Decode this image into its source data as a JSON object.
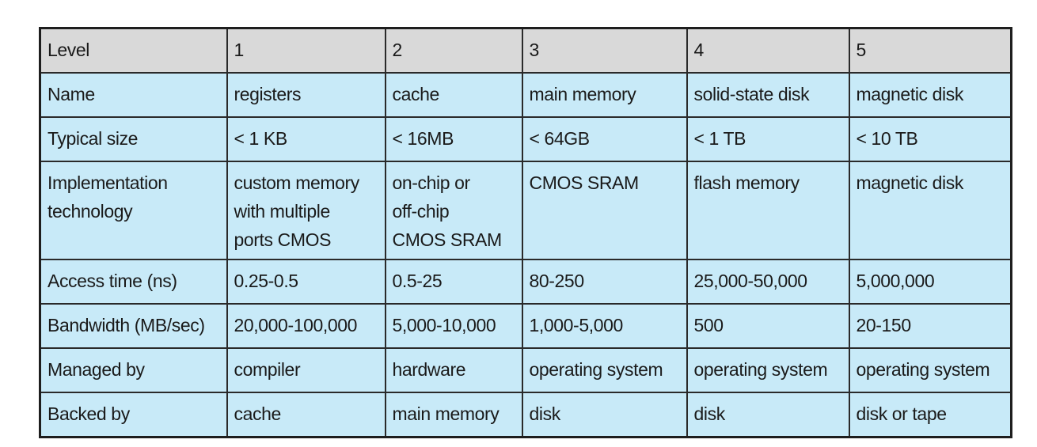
{
  "table": {
    "columns": [
      "Level",
      "1",
      "2",
      "3",
      "4",
      "5"
    ],
    "rows": [
      {
        "label": "Name",
        "cells": [
          "registers",
          "cache",
          "main memory",
          "solid-state disk",
          "magnetic disk"
        ]
      },
      {
        "label": "Typical size",
        "cells": [
          "< 1 KB",
          "< 16MB",
          "< 64GB",
          "< 1 TB",
          "< 10 TB"
        ]
      },
      {
        "label": "Implementation\ntechnology",
        "cells": [
          " custom memory\n with multiple\nports CMOS",
          "on-chip or\noff-chip\nCMOS SRAM",
          "CMOS SRAM",
          "flash memory",
          "magnetic disk"
        ]
      },
      {
        "label": "Access time (ns)",
        "cells": [
          "0.25-0.5",
          "0.5-25",
          "80-250",
          "25,000-50,000",
          "5,000,000"
        ]
      },
      {
        "label": "Bandwidth (MB/sec)",
        "cells": [
          "20,000-100,000",
          "5,000-10,000",
          "1,000-5,000",
          "500",
          "20-150"
        ]
      },
      {
        "label": "Managed by",
        "cells": [
          "compiler",
          "hardware",
          "operating system",
          "operating system",
          "operating system"
        ]
      },
      {
        "label": "Backed by",
        "cells": [
          "cache",
          "main memory",
          "disk",
          "disk",
          "disk or tape"
        ]
      }
    ]
  },
  "colors": {
    "header_bg": "#d9d9d9",
    "cell_bg": "#c8eaf8",
    "border": "#2a2a2a"
  }
}
